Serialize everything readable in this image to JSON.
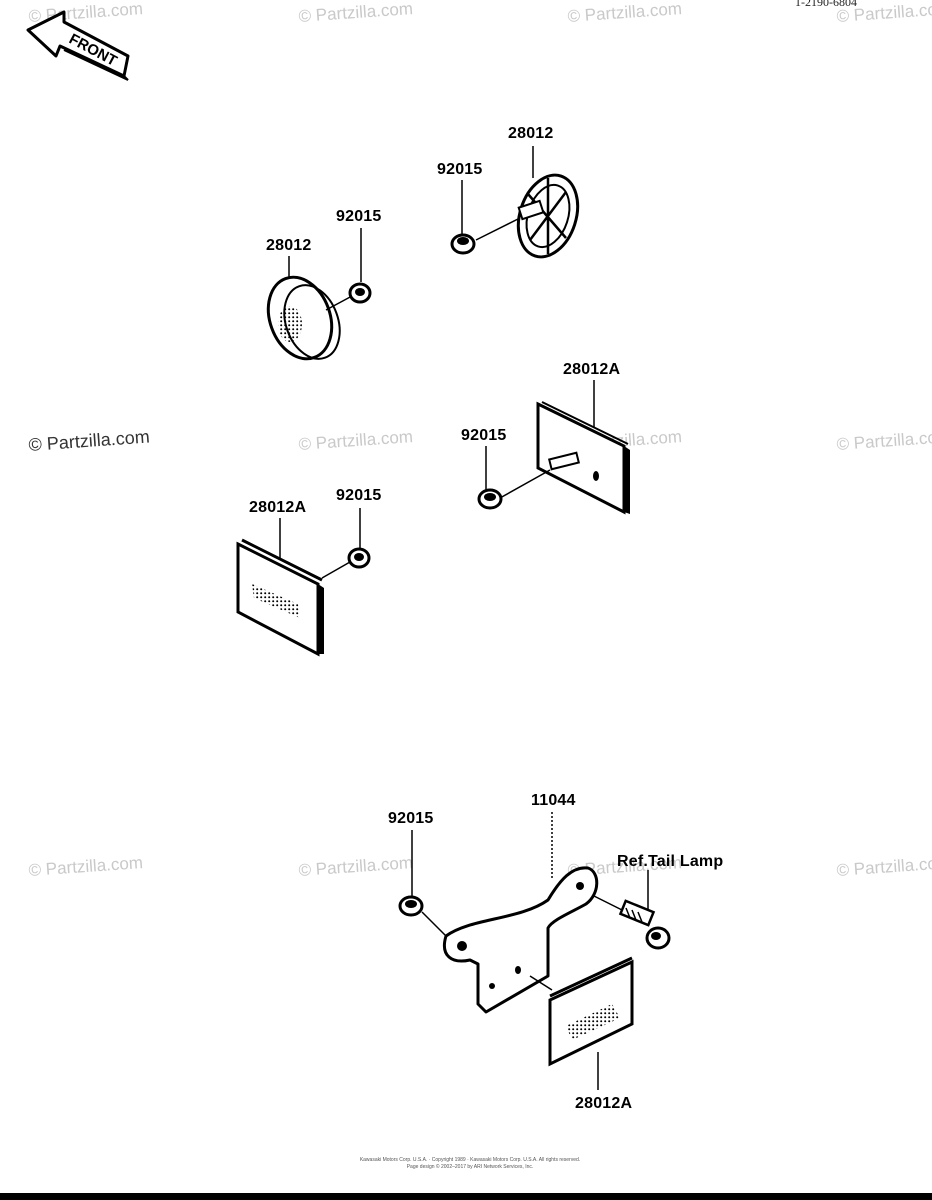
{
  "diagram": {
    "page_code": "1-2190-6804",
    "front_arrow": "FRONT",
    "labels": {
      "p1_reflector": "28012",
      "p1_nut": "92015",
      "p2_reflector": "28012",
      "p2_nut": "92015",
      "p3_reflector": "28012A",
      "p3_nut": "92015",
      "p4_reflector": "28012A",
      "p4_nut": "92015",
      "p5_bracket": "11044",
      "p5_nut": "92015",
      "p5_ref": "Ref.Tail Lamp",
      "p5_reflector": "28012A"
    },
    "watermark": "© Partzilla.com",
    "footer_line1": "Kawasaki Motors Corp. U.S.A. · Copyright 1989 · Kawasaki Motors Corp. U.S.A. All rights reserved.",
    "footer_line2": "Page design © 2002–2017 by ARI Network Services, Inc."
  }
}
